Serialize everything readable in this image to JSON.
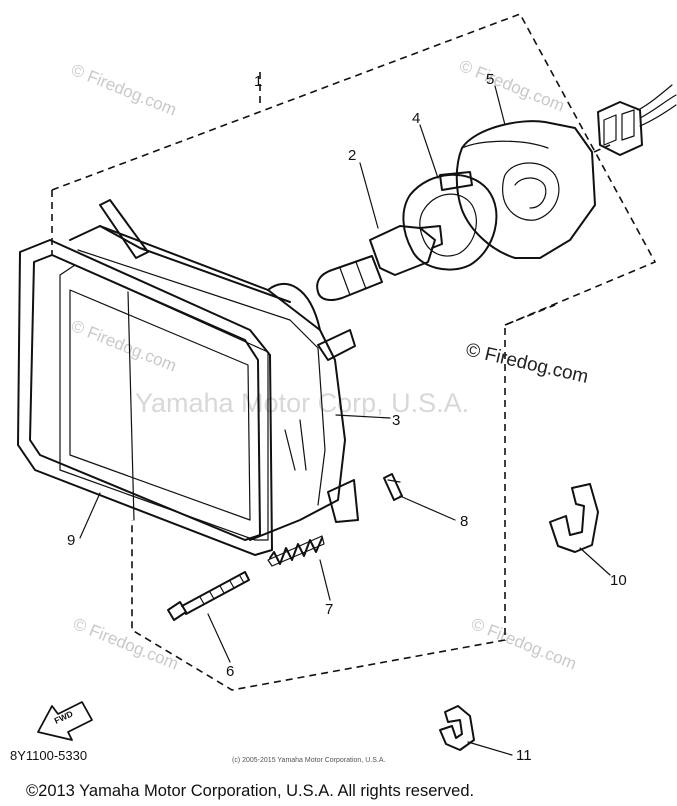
{
  "watermarks": {
    "small": "© Firedog.com",
    "large": "Yamaha Motor Corp, U.S.A.",
    "dark": "© Firedog.com"
  },
  "callouts": [
    "1",
    "2",
    "3",
    "4",
    "5",
    "6",
    "7",
    "8",
    "9",
    "10",
    "11"
  ],
  "fwd_label": "FWD",
  "part_code": "8Y1100-5330",
  "small_copyright": "(c) 2005-2015 Yamaha Motor Corporation, U.S.A.",
  "copyright": "©2013 Yamaha Motor Corporation, U.S.A. All rights reserved."
}
